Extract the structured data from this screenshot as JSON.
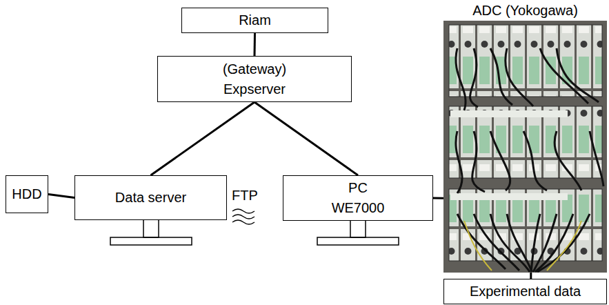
{
  "diagram": {
    "nodes": [
      {
        "text": [
          "Riam"
        ]
      },
      {
        "text": [
          "(Gateway)",
          "Expserver"
        ]
      },
      {
        "text": [
          "HDD"
        ]
      },
      {
        "text": [
          "Data server"
        ]
      },
      {
        "text": [
          "PC",
          "WE7000"
        ]
      },
      {
        "text": [
          "ADC (Yokogawa)"
        ]
      },
      {
        "text": [
          "Experimental data"
        ]
      }
    ],
    "edges": [
      {
        "from": 0,
        "to": 1,
        "arrow": "none"
      },
      {
        "from": 1,
        "to": 3,
        "arrow": "none"
      },
      {
        "from": 1,
        "to": 4,
        "arrow": "none"
      },
      {
        "from": 2,
        "to": 3,
        "arrow": "none"
      },
      {
        "from": 4,
        "to": 5,
        "arrow": "none"
      },
      {
        "from": 5,
        "to": 6,
        "arrow": "none"
      }
    ],
    "labels": [
      "FTP"
    ]
  }
}
